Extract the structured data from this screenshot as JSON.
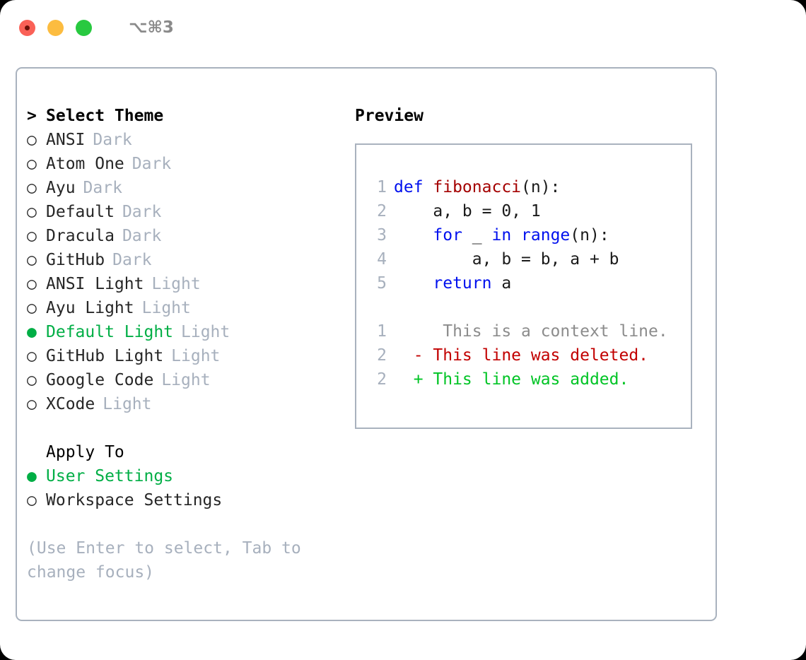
{
  "window": {
    "shortcut": "⌥⌘3",
    "traffic_lights": [
      "close",
      "minimize",
      "maximize"
    ]
  },
  "theme_section": {
    "marker": ">",
    "title": "Select Theme",
    "focused": true,
    "bullet_selected": "●",
    "bullet_unselected": "○",
    "items": [
      {
        "label": "ANSI",
        "tag": "Dark",
        "selected": false
      },
      {
        "label": "Atom One",
        "tag": "Dark",
        "selected": false
      },
      {
        "label": "Ayu",
        "tag": "Dark",
        "selected": false
      },
      {
        "label": "Default",
        "tag": "Dark",
        "selected": false
      },
      {
        "label": "Dracula",
        "tag": "Dark",
        "selected": false
      },
      {
        "label": "GitHub",
        "tag": "Dark",
        "selected": false
      },
      {
        "label": "ANSI Light",
        "tag": "Light",
        "selected": false
      },
      {
        "label": "Ayu Light",
        "tag": "Light",
        "selected": false
      },
      {
        "label": "Default Light",
        "tag": "Light",
        "selected": true
      },
      {
        "label": "GitHub Light",
        "tag": "Light",
        "selected": false
      },
      {
        "label": "Google Code",
        "tag": "Light",
        "selected": false
      },
      {
        "label": "XCode",
        "tag": "Light",
        "selected": false
      }
    ]
  },
  "apply_section": {
    "marker": " ",
    "title": "Apply To",
    "focused": false,
    "items": [
      {
        "label": "User Settings",
        "tag": "",
        "selected": true
      },
      {
        "label": "Workspace Settings",
        "tag": "",
        "selected": false
      }
    ]
  },
  "hint": "(Use Enter to select, Tab to change focus)",
  "preview": {
    "heading": "Preview",
    "code_lines": [
      {
        "num": "1",
        "tokens": [
          {
            "t": "def ",
            "c": "kw"
          },
          {
            "t": "fibonacci",
            "c": "fn"
          },
          {
            "t": "(n):",
            "c": "plain"
          }
        ]
      },
      {
        "num": "2",
        "tokens": [
          {
            "t": "    a, b = 0, 1",
            "c": "plain"
          }
        ]
      },
      {
        "num": "3",
        "tokens": [
          {
            "t": "    ",
            "c": "plain"
          },
          {
            "t": "for",
            "c": "kw"
          },
          {
            "t": " _ ",
            "c": "plain"
          },
          {
            "t": "in",
            "c": "kw"
          },
          {
            "t": " ",
            "c": "plain"
          },
          {
            "t": "range",
            "c": "kw"
          },
          {
            "t": "(n):",
            "c": "plain"
          }
        ]
      },
      {
        "num": "4",
        "tokens": [
          {
            "t": "        a, b = b, a + b",
            "c": "plain"
          }
        ]
      },
      {
        "num": "5",
        "tokens": [
          {
            "t": "    ",
            "c": "plain"
          },
          {
            "t": "return",
            "c": "kw"
          },
          {
            "t": " a",
            "c": "plain"
          }
        ]
      }
    ],
    "diff_lines": [
      {
        "num": "1",
        "marker": " ",
        "text": "  This is a context line.",
        "kind": "ctx"
      },
      {
        "num": "2",
        "marker": "-",
        "text": " This line was deleted.",
        "kind": "del"
      },
      {
        "num": "2",
        "marker": "+",
        "text": " This line was added.",
        "kind": "add"
      }
    ]
  },
  "colors": {
    "accent_green": "#00ae45",
    "muted": "#a7b0bd",
    "keyword": "#0010ee",
    "function": "#a40000",
    "diff_deleted": "#c20000",
    "diff_added": "#00c425",
    "border": "#a9b2be"
  }
}
